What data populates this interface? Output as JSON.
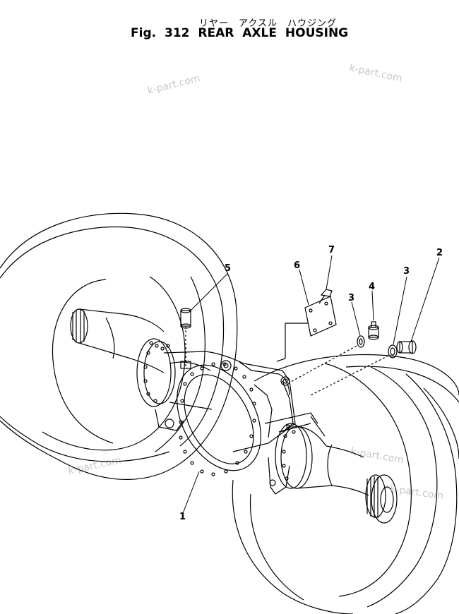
{
  "figure": {
    "title_jp": "リヤー　アクスル　ハウジング",
    "title": "Fig. 312   REAR  AXLE  HOUSING"
  },
  "watermarks": [
    "k-part.com",
    "k-part.com",
    "k-part.com",
    "k-part.com",
    "k-part.com"
  ],
  "callouts": [
    "1",
    "2",
    "3",
    "3",
    "4",
    "5",
    "6",
    "7"
  ],
  "colors": {
    "line": "#000000",
    "watermark": "#c8c8c8",
    "background": "#ffffff"
  }
}
